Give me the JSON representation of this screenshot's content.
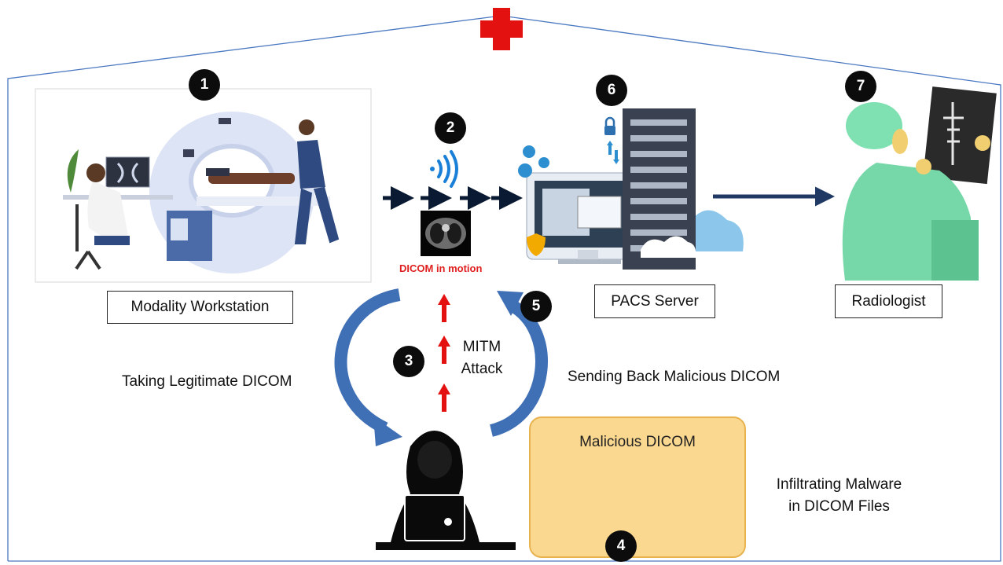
{
  "colors": {
    "red": "#e3110f",
    "dark_blue": "#1f3864",
    "flow_blue": "#3f6fb5",
    "panel_fill": "#fbd890",
    "panel_border": "#e8b24e",
    "badge": "#0c0c0c"
  },
  "steps": {
    "s1": "1",
    "s2": "2",
    "s3": "3",
    "s4": "4",
    "s5": "5",
    "s6": "6",
    "s7": "7"
  },
  "labels": {
    "modality": "Modality Workstation",
    "pacs": "PACS Server",
    "radiologist": "Radiologist",
    "dicom_motion": "DICOM in motion",
    "mitm_line1": "MITM",
    "mitm_line2": "Attack",
    "taking": "Taking Legitimate DICOM",
    "sending": "Sending Back Malicious DICOM",
    "malicious_dicom": "Malicious DICOM",
    "infiltrating_line1": "Infiltrating Malware",
    "infiltrating_line2": "in DICOM Files"
  },
  "icons": [
    "red-cross-icon",
    "wireless-signal-icon",
    "lock-icon",
    "transfer-arrows-icon",
    "gear-icon",
    "shield-icon",
    "cloud-icon",
    "bug-icon",
    "hacker-icon"
  ]
}
